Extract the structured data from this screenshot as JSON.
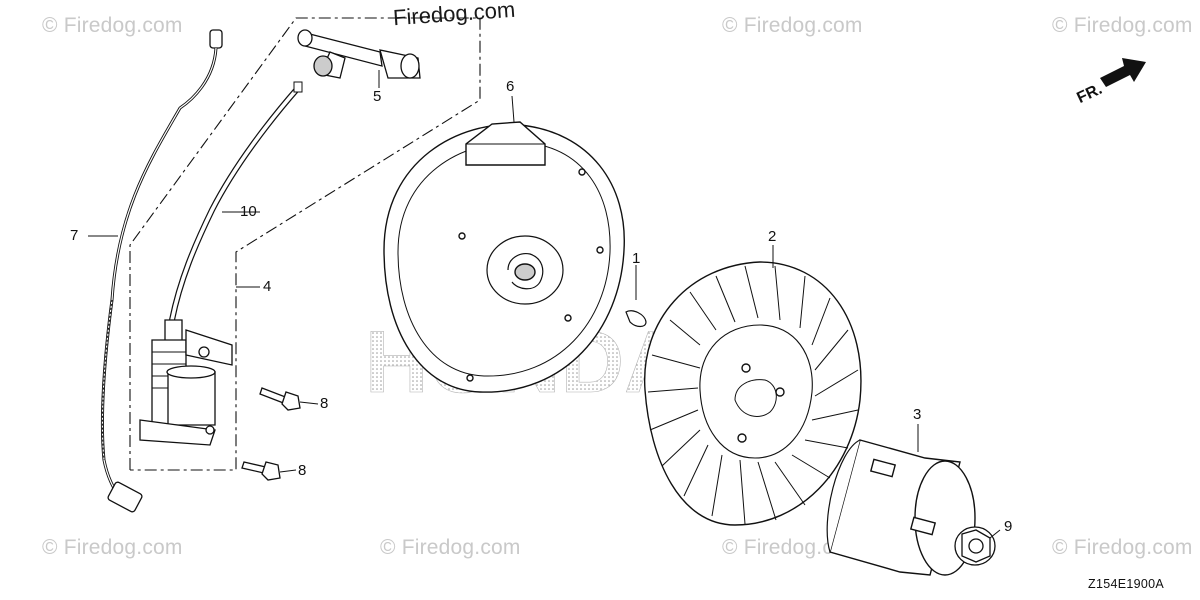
{
  "watermarks": {
    "main": "Firedog.com",
    "faint": "© Firedog.com"
  },
  "callouts": {
    "p1": "1",
    "p2": "2",
    "p3": "3",
    "p4": "4",
    "p5": "5",
    "p6": "6",
    "p7": "7",
    "p8a": "8",
    "p8b": "8",
    "p9": "9",
    "p10": "10"
  },
  "direction_label": "FR.",
  "background_logo": "HONDA",
  "diagram_code": "Z154E1900A"
}
